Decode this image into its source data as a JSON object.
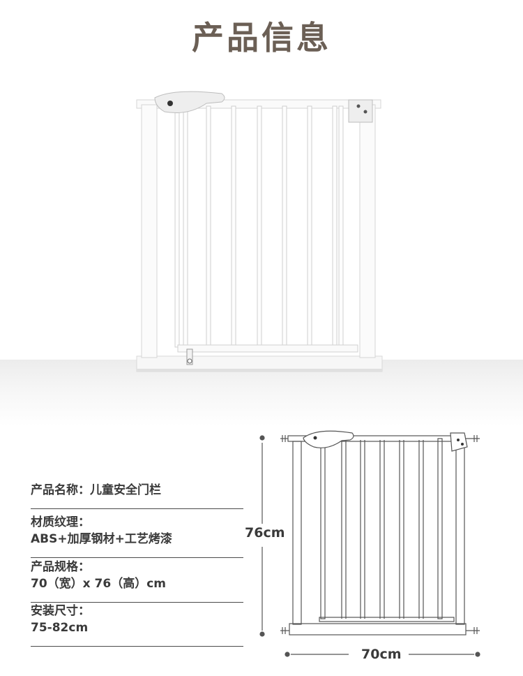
{
  "title": "产品信息",
  "specs": [
    {
      "label": "产品名称：",
      "value": "儿童安全门栏",
      "inline": true
    },
    {
      "label": "材质纹理：",
      "value": "ABS+加厚钢材+工艺烤漆",
      "inline": false
    },
    {
      "label": "产品规格：",
      "value": "70（宽）x 76（高）cm",
      "inline": false
    },
    {
      "label": "安装尺寸：",
      "value": "75-82cm",
      "inline": false
    }
  ],
  "dimensions": {
    "height": "76cm",
    "width": "70cm"
  },
  "colors": {
    "title": "#6b5f55",
    "text": "#3a3a3a",
    "gate": "#ffffff",
    "outline": "#555555"
  }
}
